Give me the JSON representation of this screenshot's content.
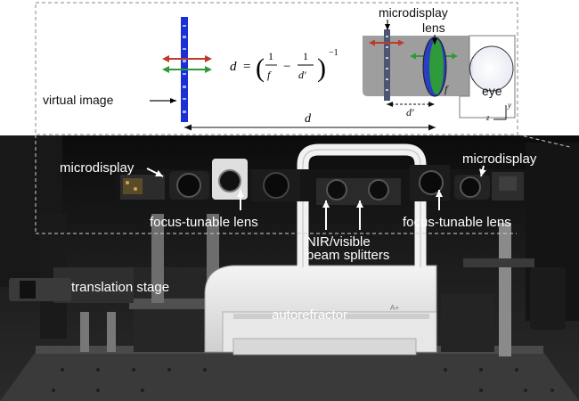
{
  "diagram": {
    "labels": {
      "virtual_image": "virtual image",
      "formula_lhs": "d",
      "formula_eq": "=",
      "formula_num1": "1",
      "formula_den1": "f",
      "formula_minus": "−",
      "formula_num2": "1",
      "formula_den2": "d′",
      "formula_exp": "−1",
      "distance_d": "d",
      "microdisplay": "microdisplay",
      "lens": "lens",
      "focal_f": "f",
      "distance_dprime": "d′",
      "eye": "eye",
      "axis_z": "z",
      "axis_y": "y"
    },
    "colors": {
      "virtual_image_bar": "#1b2fd6",
      "arrow_red": "#c0392b",
      "arrow_green": "#2e9a3a",
      "lens_blue": "#2a3fc2",
      "lens_green": "#2e9a3a",
      "housing_gray": "#9e9e9e"
    }
  },
  "photo": {
    "labels": {
      "microdisplay_left": "microdisplay",
      "microdisplay_right": "microdisplay",
      "focus_lens_left": "focus-tunable lens",
      "focus_lens_right": "focus-tunable lens",
      "beam_line1": "NIR/visible",
      "beam_line2": "beam splitters",
      "translation_stage": "translation stage",
      "autorefractor": "autorefractor"
    }
  }
}
